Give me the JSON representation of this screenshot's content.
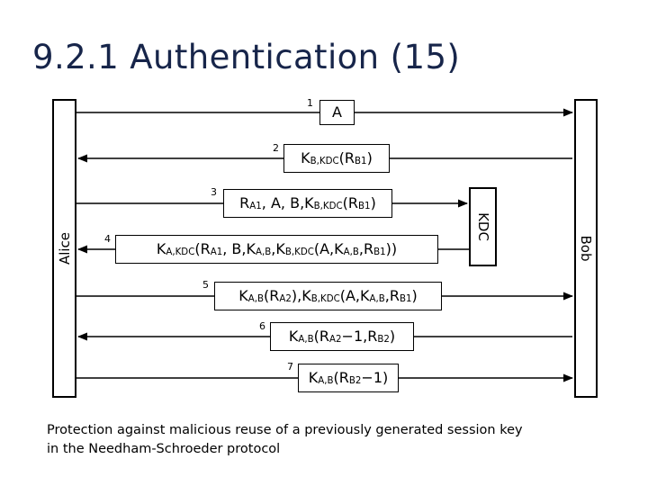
{
  "slide": {
    "title": "9.2.1 Authentication (15)",
    "title_color": "#17254a",
    "background": "#ffffff",
    "line_color": "#000000"
  },
  "actors": [
    {
      "id": "alice",
      "label": "Alice",
      "orientation": "vertical-ccw"
    },
    {
      "id": "kdc",
      "label": "KDC",
      "orientation": "vertical-cw"
    },
    {
      "id": "bob",
      "label": "Bob",
      "orientation": "vertical-cw"
    }
  ],
  "messages": [
    {
      "number": "1",
      "from": "Alice",
      "to": "Bob",
      "direction": "right",
      "label_plain": "A",
      "parts": [
        {
          "t": "A"
        }
      ]
    },
    {
      "number": "2",
      "from": "Bob",
      "to": "Alice",
      "direction": "left",
      "label_plain": "K B,KDC (R B1 )",
      "parts": [
        {
          "t": "K"
        },
        {
          "sub": "B,KDC"
        },
        {
          "t": "(R"
        },
        {
          "sub": "B1"
        },
        {
          "t": ")"
        }
      ]
    },
    {
      "number": "3",
      "from": "Alice",
      "to": "KDC",
      "direction": "right",
      "label_plain": "R A1 , A, B, K B,KDC (R B1 )",
      "parts": [
        {
          "t": "R"
        },
        {
          "sub": "A1"
        },
        {
          "t": ", A, B,"
        },
        {
          "t": "K"
        },
        {
          "sub": "B,KDC"
        },
        {
          "t": "(R"
        },
        {
          "sub": "B1"
        },
        {
          "t": ")"
        }
      ]
    },
    {
      "number": "4",
      "from": "KDC",
      "to": "Alice",
      "direction": "left",
      "label_plain": "K A,KDC (R A1 , B, K A,B , K B,KDC (A, K A,B , R B1 ))",
      "parts": [
        {
          "t": "K"
        },
        {
          "sub": "A,KDC"
        },
        {
          "t": " (R"
        },
        {
          "sub": "A1"
        },
        {
          "t": ", B,"
        },
        {
          "t": "K"
        },
        {
          "sub": "A,B"
        },
        {
          "t": ", "
        },
        {
          "t": "K"
        },
        {
          "sub": "B,KDC"
        },
        {
          "t": "(A,"
        },
        {
          "t": "K"
        },
        {
          "sub": "A,B"
        },
        {
          "t": ",R"
        },
        {
          "sub": "B1"
        },
        {
          "t": "))"
        }
      ]
    },
    {
      "number": "5",
      "from": "Alice",
      "to": "Bob",
      "direction": "right",
      "label_plain": "K A,B (R A2 ), K B,KDC (A, K A,B , R B1 )",
      "parts": [
        {
          "t": "K"
        },
        {
          "sub": "A,B"
        },
        {
          "t": "(R"
        },
        {
          "sub": "A2"
        },
        {
          "t": " ),"
        },
        {
          "t": "K"
        },
        {
          "sub": "B,KDC"
        },
        {
          "t": " (A,"
        },
        {
          "t": "K"
        },
        {
          "sub": "A,B"
        },
        {
          "t": ",R"
        },
        {
          "sub": "B1"
        },
        {
          "t": ")"
        }
      ]
    },
    {
      "number": "6",
      "from": "Bob",
      "to": "Alice",
      "direction": "left",
      "label_plain": "K A,B (R A2 −1, R B2 )",
      "parts": [
        {
          "t": "K"
        },
        {
          "sub": "A,B"
        },
        {
          "t": "(R"
        },
        {
          "sub": "A2"
        },
        {
          "t": "−1,R"
        },
        {
          "sub": "B2"
        },
        {
          "t": ")"
        }
      ]
    },
    {
      "number": "7",
      "from": "Alice",
      "to": "Bob",
      "direction": "right",
      "label_plain": "K A,B (R B2 −1)",
      "parts": [
        {
          "t": "K"
        },
        {
          "sub": "A,B"
        },
        {
          "t": "(R"
        },
        {
          "sub": "B2"
        },
        {
          "t": "−1)"
        }
      ]
    }
  ],
  "caption": {
    "line1": "Protection against malicious reuse of a previously generated session key",
    "line2": "in the Needham-Schroeder protocol"
  }
}
